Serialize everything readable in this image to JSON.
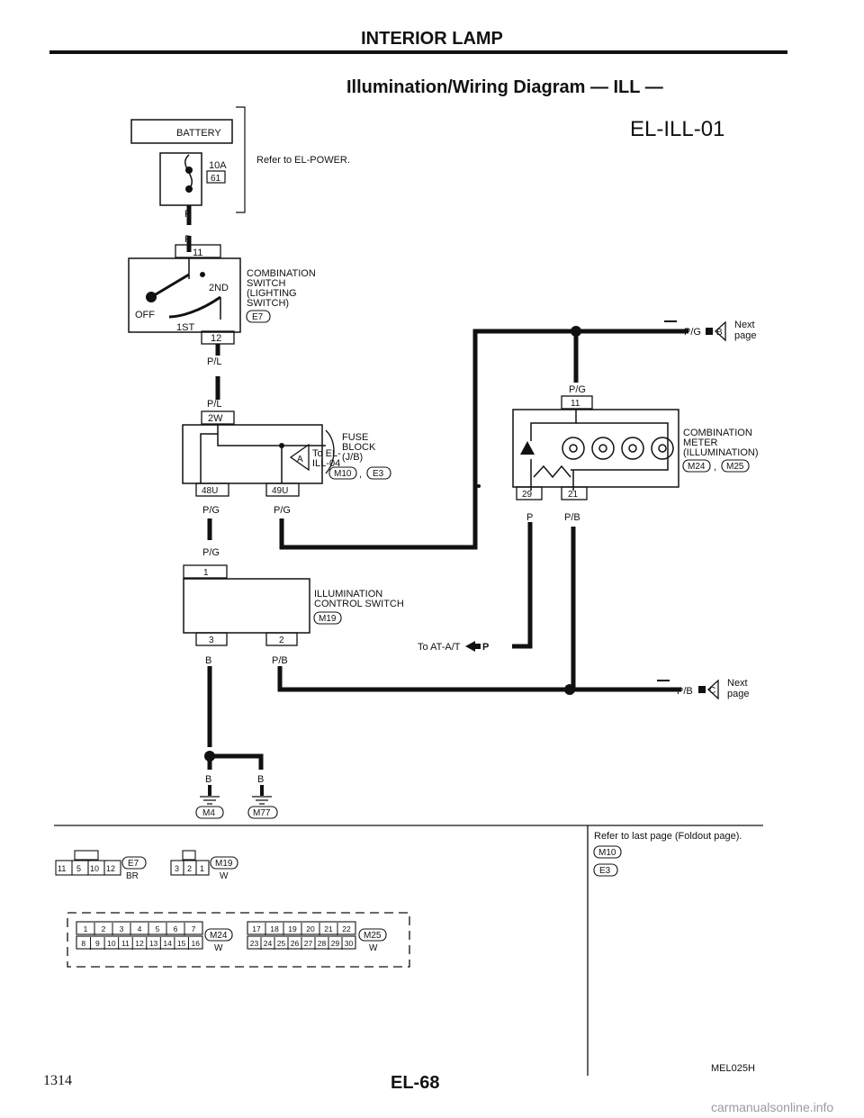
{
  "header": {
    "section_title": "INTERIOR LAMP",
    "diagram_title": "Illumination/Wiring Diagram — ILL —",
    "diagram_code": "EL-ILL-01"
  },
  "battery": {
    "label": "BATTERY",
    "fuse_rating": "10A",
    "fuse_number": "61",
    "refer_note": "Refer to EL-POWER.",
    "wire_out": "P"
  },
  "combination_switch": {
    "wire_in": "P",
    "pin_in": "11",
    "pos_2nd": "2ND",
    "pos_off": "OFF",
    "pos_1st": "1ST",
    "label_lines": [
      "COMBINATION",
      "SWITCH",
      "(LIGHTING",
      "SWITCH)"
    ],
    "connector": "E7",
    "pin_out": "12",
    "wire_out": "P/L"
  },
  "fuse_block": {
    "wire_in": "P/L",
    "pin_in": "2W",
    "arrow_ref": "A",
    "to_lines": [
      "To EL-",
      "ILL-04"
    ],
    "label_lines": [
      "FUSE",
      "BLOCK",
      "(J/B)"
    ],
    "connectors": [
      "M10",
      "E3"
    ],
    "pin_a": "48U",
    "pin_b": "49U",
    "wire_a": "P/G",
    "wire_b": "P/G"
  },
  "illum_switch": {
    "wire_in": "P/G",
    "pin_in": "1",
    "label_lines": [
      "ILLUMINATION",
      "CONTROL SWITCH"
    ],
    "connector": "M19",
    "pin_3": "3",
    "pin_2": "2",
    "wire_3": "B",
    "wire_2": "P/B"
  },
  "meter": {
    "wire_in": "P/G",
    "pin_in": "11",
    "label_lines": [
      "COMBINATION",
      "METER",
      "(ILLUMINATION)"
    ],
    "connectors": [
      "M24",
      "M25"
    ],
    "pin_29": "29",
    "pin_21": "21",
    "wire_29": "P",
    "wire_21": "P/B"
  },
  "next_page_b": {
    "wire": "P/G",
    "ref": "B",
    "text_lines": [
      "Next",
      "page"
    ]
  },
  "next_page_c": {
    "wire": "P/B",
    "ref": "C",
    "text_lines": [
      "Next",
      "page"
    ]
  },
  "to_at": {
    "text": "To AT-A/T",
    "wire": "P"
  },
  "grounds": {
    "wire_1": "B",
    "wire_2": "B",
    "g1": "M4",
    "g2": "M77"
  },
  "connector_views": {
    "e7": {
      "label": "E7",
      "color": "BR",
      "pins": [
        "11",
        "5",
        "10",
        "12"
      ]
    },
    "m19": {
      "label": "M19",
      "color": "W",
      "pins": [
        "3",
        "2",
        "1"
      ]
    },
    "m24": {
      "label": "M24",
      "color": "W",
      "top": [
        "1",
        "2",
        "3",
        "4",
        "5",
        "6",
        "7"
      ],
      "bottom": [
        "8",
        "9",
        "10",
        "11",
        "12",
        "13",
        "14",
        "15",
        "16"
      ]
    },
    "m25": {
      "label": "M25",
      "color": "W",
      "top": [
        "17",
        "18",
        "19",
        "20",
        "21",
        "22"
      ],
      "bottom": [
        "23",
        "24",
        "25",
        "26",
        "27",
        "28",
        "29",
        "30"
      ]
    }
  },
  "refer_box": {
    "text": "Refer to last page (Foldout page).",
    "connectors": [
      "M10",
      "E3"
    ]
  },
  "footer": {
    "code": "MEL025H",
    "page_number": "1314",
    "page_label": "EL-68",
    "watermark": "carmanualsonline.info"
  }
}
